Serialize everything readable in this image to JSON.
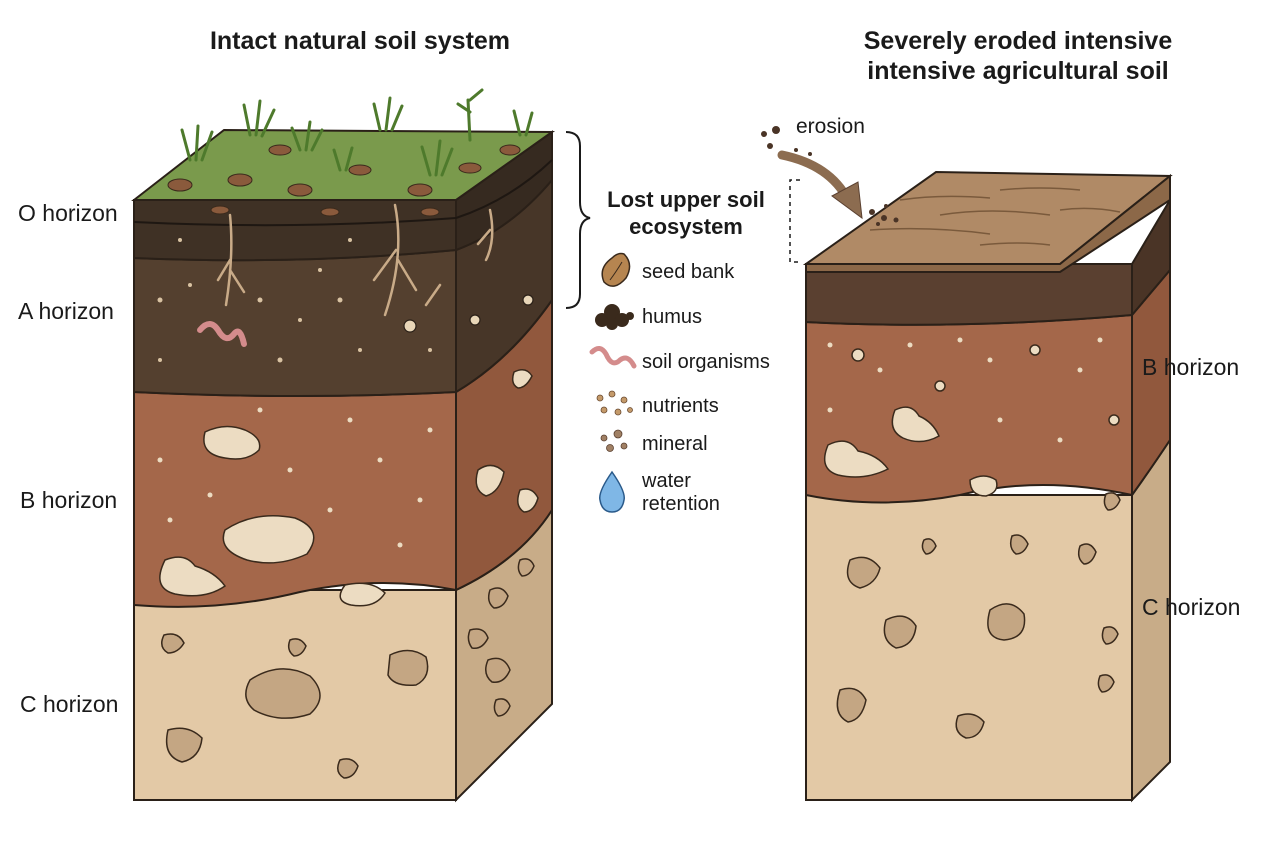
{
  "titles": {
    "left": "Intact natural soil system",
    "right_line1": "Severely eroded intensive",
    "right_line2": "intensive agricultural soil"
  },
  "left_horizons": [
    "O horizon",
    "A horizon",
    "B horizon",
    "C horizon"
  ],
  "right_horizons": [
    "B horizon",
    "C horizon"
  ],
  "lost_label": {
    "line1": "Lost upper soil",
    "line2": "ecosystem"
  },
  "erosion_label": "erosion",
  "legend": [
    {
      "icon": "seed-icon",
      "label": "seed bank"
    },
    {
      "icon": "humus-icon",
      "label": "humus"
    },
    {
      "icon": "worm-icon",
      "label": "soil organisms"
    },
    {
      "icon": "nutrients-icon",
      "label": "nutrients"
    },
    {
      "icon": "mineral-icon",
      "label": "mineral"
    },
    {
      "icon": "water-drop-icon",
      "label": "water",
      "label2": "retention"
    }
  ],
  "colors": {
    "grass": "#7a9a4c",
    "o_horizon": "#4a3a2c",
    "a_horizon": "#54402f",
    "b_horizon": "#a4674a",
    "c_horizon": "#e3c9a6",
    "tilled_surface": "#b08a66",
    "water": "#7fb7e6"
  }
}
